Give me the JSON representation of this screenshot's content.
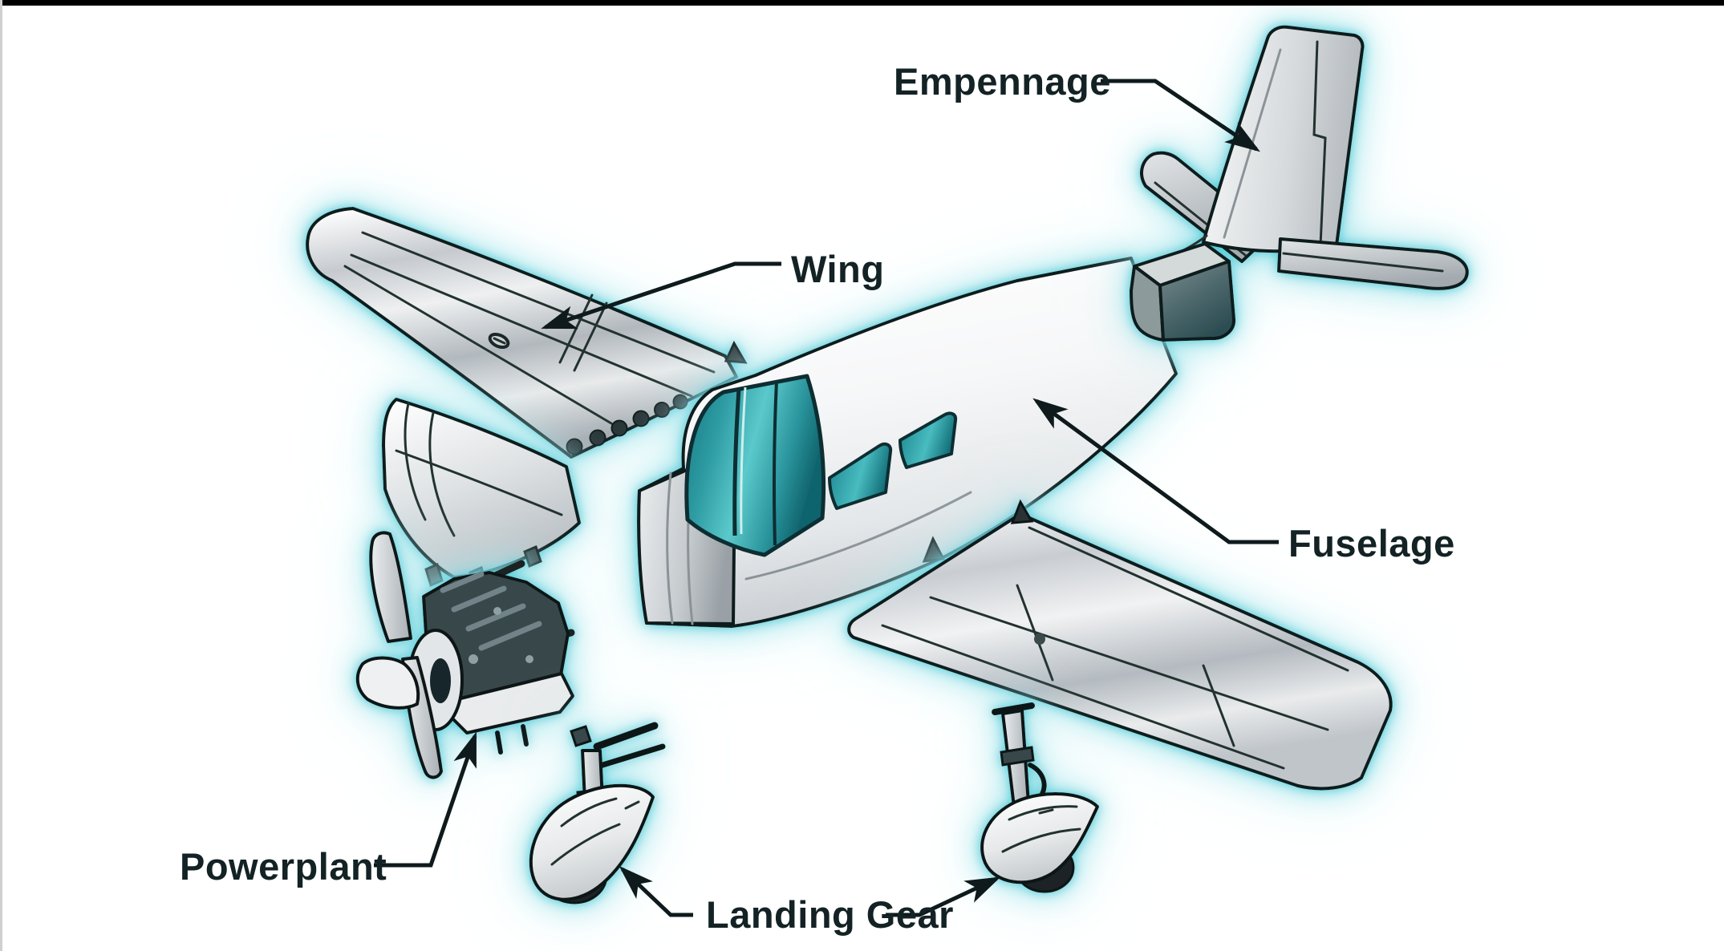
{
  "diagram": {
    "description": "Exploded-view illustration of a small single-engine airplane showing its five major components, each surrounded by a cyan glow, with black labeled callout arrows.",
    "parts": [
      {
        "id": "empennage",
        "label": "Empennage"
      },
      {
        "id": "wing",
        "label": "Wing"
      },
      {
        "id": "fuselage",
        "label": "Fuselage"
      },
      {
        "id": "powerplant",
        "label": "Powerplant"
      },
      {
        "id": "landing-gear",
        "label": "Landing Gear"
      }
    ],
    "colors": {
      "background": "#ffffff",
      "top_border": "#000000",
      "glow_strong": "#35c6d4",
      "glow_mid": "#7fdde6",
      "glow_soft": "#c4eff3",
      "window_teal": "#3bb3b7",
      "window_teal_dark": "#17747e",
      "airframe_light": "#f4f5f6",
      "airframe_shade": "#b4babf",
      "outline": "#101a1c",
      "label_text": "#132224"
    }
  }
}
